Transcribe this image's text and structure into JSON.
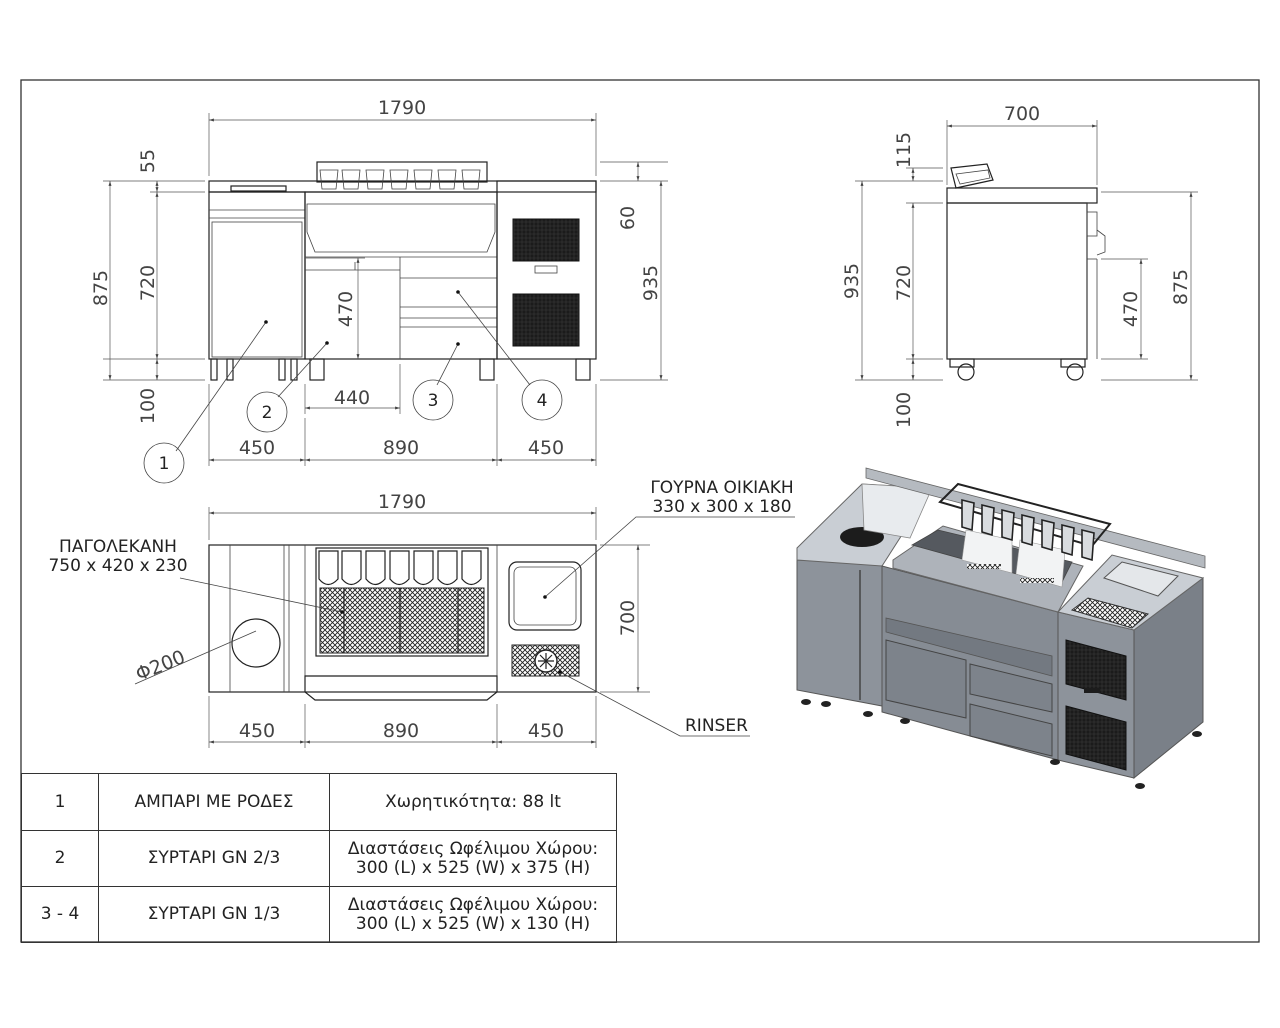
{
  "front_view": {
    "dims": {
      "total_width": "1790",
      "top_gap": "55",
      "body_height": "720",
      "overall_height": "875",
      "leg_height": "100",
      "drawer_height": "470",
      "drawer_width": "440",
      "right_top_gap": "60",
      "right_height": "935",
      "seg_left": "450",
      "seg_mid": "890",
      "seg_right": "450"
    },
    "callouts": [
      "1",
      "2",
      "3",
      "4"
    ]
  },
  "side_view": {
    "dims": {
      "depth": "700",
      "top_gap": "115",
      "overall_height": "935",
      "body_height": "720",
      "leg_height": "100",
      "drawer_height": "470",
      "right_height": "875"
    }
  },
  "top_view": {
    "dims": {
      "total_width": "1790",
      "depth": "700",
      "seg_left": "450",
      "seg_mid": "890",
      "seg_right": "450",
      "diameter": "Φ200"
    },
    "labels": {
      "ice_tray_title": "ΠΑΓΟΛΕΚΑΝΗ",
      "ice_tray_size": "750 x 420 x 230",
      "sink_title": "ΓΟΥΡΝΑ ΟΙΚΙΑΚΗ",
      "sink_size": "330 x 300 x 180",
      "rinser": "RINSER"
    }
  },
  "spec_table": [
    {
      "num": "1",
      "item": "ΑΜΠΑΡΙ ΜΕ ΡΟΔΕΣ",
      "desc_lines": [
        "Χωρητικότητα: 88 lt"
      ]
    },
    {
      "num": "2",
      "item": "ΣΥΡΤΑΡΙ GN 2/3",
      "desc_lines": [
        "Διαστάσεις Ωφέλιμου Χώρου:",
        "300 (L) x 525 (W) x 375 (H)"
      ]
    },
    {
      "num": "3 - 4",
      "item": "ΣΥΡΤΑΡΙ GN 1/3",
      "desc_lines": [
        "Διαστάσεις Ωφέλιμου Χώρου:",
        "300 (L) x 525 (W) x 130 (H)"
      ]
    }
  ],
  "colors": {
    "line": "#222222",
    "render_body": "#8d939b",
    "render_top": "#c9ced4",
    "render_dark": "#1c1c1c"
  }
}
